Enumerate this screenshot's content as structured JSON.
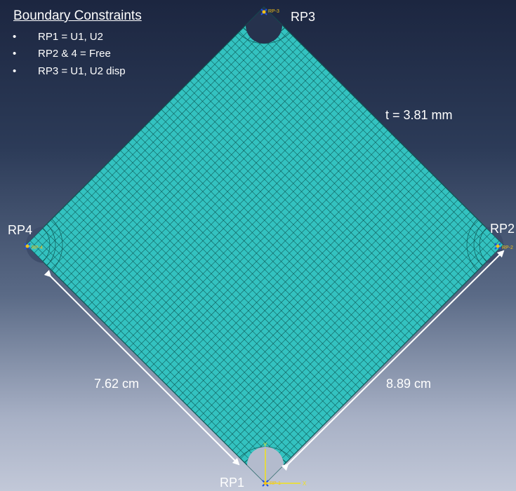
{
  "constraints": {
    "title": "Boundary Constraints",
    "items": [
      "RP1 = U1, U2",
      "RP2 & 4 = Free",
      "RP3 = U1, U2 disp"
    ]
  },
  "reference_points": {
    "rp1": "RP1",
    "rp2": "RP2",
    "rp3": "RP3",
    "rp4": "RP4",
    "rp1_tag": "RP-1",
    "rp2_tag": "RP-2",
    "rp3_tag": "RP-3",
    "rp4_tag": "RP-4"
  },
  "dimensions": {
    "thickness": "t = 3.81 mm",
    "left_edge": "7.62 cm",
    "right_edge": "8.89 cm"
  },
  "axis": {
    "x": "X",
    "y": "Y"
  },
  "colors": {
    "mesh_fill": "#33c2c0",
    "mesh_line": "#0d5552",
    "text": "#ffffff",
    "marker": "#f2c019",
    "axis": "#f2e21a",
    "rp_cross": "#2050e0"
  }
}
